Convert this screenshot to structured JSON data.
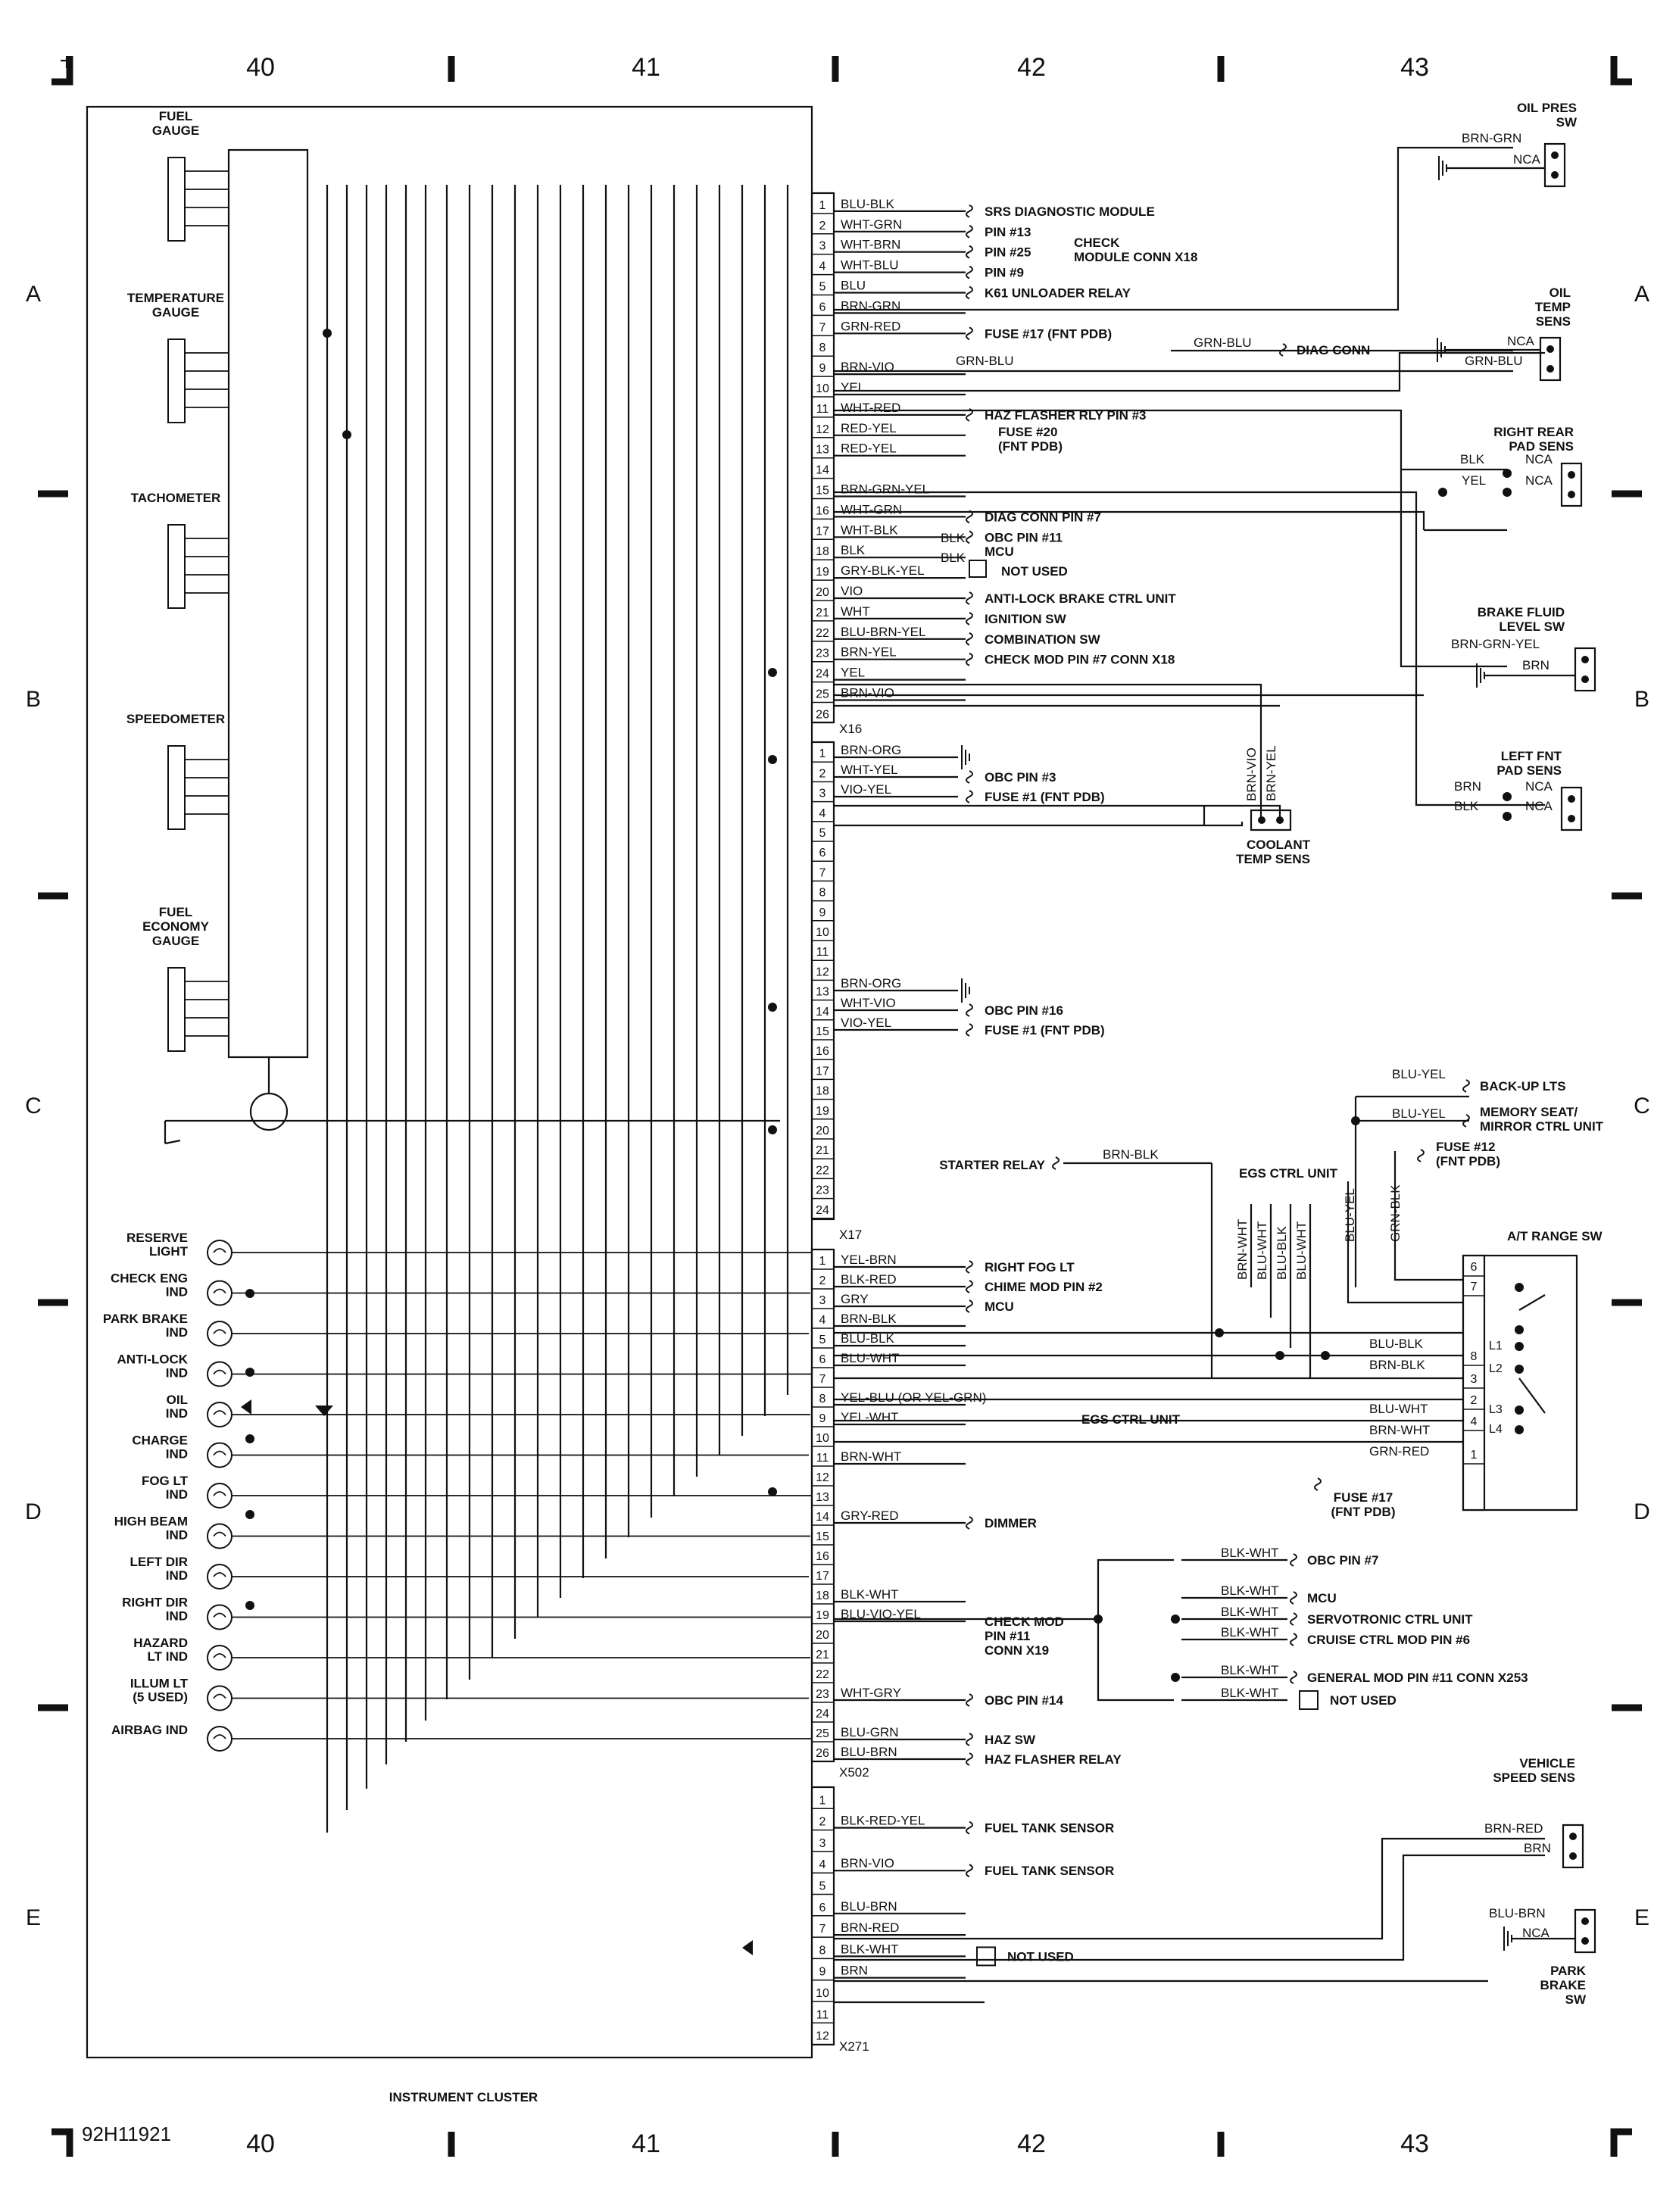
{
  "columns": [
    "40",
    "41",
    "42",
    "43"
  ],
  "rows": [
    "A",
    "B",
    "C",
    "D",
    "E"
  ],
  "drawing_number": "92H11921",
  "cluster": {
    "title": "INSTRUMENT CLUSTER",
    "gauges": [
      [
        "FUEL",
        "GAUGE"
      ],
      [
        "TEMPERATURE",
        "GAUGE"
      ],
      [
        "TACHOMETER"
      ],
      [
        "SPEEDOMETER"
      ],
      [
        "FUEL",
        "ECONOMY",
        "GAUGE"
      ]
    ],
    "indicators": [
      [
        "RESERVE",
        "LIGHT"
      ],
      [
        "CHECK ENG",
        "IND"
      ],
      [
        "PARK BRAKE",
        "IND"
      ],
      [
        "ANTI-LOCK",
        "IND"
      ],
      [
        "OIL",
        "IND"
      ],
      [
        "CHARGE",
        "IND"
      ],
      [
        "FOG LT",
        "IND"
      ],
      [
        "HIGH BEAM",
        "IND"
      ],
      [
        "LEFT DIR",
        "IND"
      ],
      [
        "RIGHT DIR",
        "IND"
      ],
      [
        "HAZARD",
        "LT IND"
      ],
      [
        "ILLUM LT",
        "(5 USED)"
      ],
      [
        "AIRBAG IND"
      ]
    ]
  },
  "connectors": {
    "X16": {
      "name": "X16",
      "wires": [
        {
          "pin": "1",
          "color": "BLU-BLK",
          "dest": "SRS DIAGNOSTIC MODULE"
        },
        {
          "pin": "2",
          "color": "WHT-GRN",
          "dest": "PIN #13"
        },
        {
          "pin": "3",
          "color": "WHT-BRN",
          "dest": "PIN #25"
        },
        {
          "pin": "4",
          "color": "WHT-BLU",
          "dest": "PIN #9"
        },
        {
          "pin": "5",
          "color": "BLU",
          "dest": "K61 UNLOADER RELAY"
        },
        {
          "pin": "6",
          "color": "BRN-GRN",
          "dest": ""
        },
        {
          "pin": "7",
          "color": "GRN-RED",
          "dest": "FUSE #17 (FNT PDB)"
        },
        {
          "pin": "8",
          "color": "",
          "dest": ""
        },
        {
          "pin": "9",
          "color": "BRN-VIO",
          "dest": ""
        },
        {
          "pin": "10",
          "color": "YEL",
          "dest": ""
        },
        {
          "pin": "11",
          "color": "WHT-RED",
          "dest": "HAZ FLASHER RLY PIN #3"
        },
        {
          "pin": "12",
          "color": "RED-YEL",
          "dest": ""
        },
        {
          "pin": "13",
          "color": "RED-YEL",
          "dest": ""
        },
        {
          "pin": "14",
          "color": "",
          "dest": ""
        },
        {
          "pin": "15",
          "color": "BRN-GRN-YEL",
          "dest": ""
        },
        {
          "pin": "16",
          "color": "WHT-GRN",
          "dest": "DIAG CONN PIN #7"
        },
        {
          "pin": "17",
          "color": "WHT-BLK",
          "dest": "OBC PIN #11"
        },
        {
          "pin": "18",
          "color": "BLK",
          "dest": ""
        },
        {
          "pin": "19",
          "color": "GRY-BLK-YEL",
          "dest": ""
        },
        {
          "pin": "20",
          "color": "VIO",
          "dest": "ANTI-LOCK BRAKE CTRL UNIT"
        },
        {
          "pin": "21",
          "color": "WHT",
          "dest": "IGNITION SW"
        },
        {
          "pin": "22",
          "color": "BLU-BRN-YEL",
          "dest": "COMBINATION SW"
        },
        {
          "pin": "23",
          "color": "BRN-YEL",
          "dest": "CHECK MOD PIN #7 CONN X18"
        },
        {
          "pin": "24",
          "color": "YEL",
          "dest": ""
        },
        {
          "pin": "25",
          "color": "BRN-VIO",
          "dest": ""
        },
        {
          "pin": "26",
          "color": "",
          "dest": ""
        }
      ],
      "check_module": [
        "CHECK",
        "MODULE CONN X18"
      ],
      "fuse20": [
        "FUSE #20",
        "(FNT PDB)"
      ],
      "mcu": "MCU",
      "not_used": "NOT USED",
      "blk1": "BLK",
      "blk2": "BLK",
      "grn_blu": "GRN-BLU"
    },
    "X17": {
      "name": "X17",
      "group1": [
        {
          "pin": "1",
          "color": "BRN-ORG",
          "dest": ""
        },
        {
          "pin": "2",
          "color": "WHT-YEL",
          "dest": "OBC PIN #3"
        },
        {
          "pin": "3",
          "color": "VIO-YEL",
          "dest": "FUSE #1 (FNT PDB)"
        }
      ],
      "group2": [
        {
          "pin": "13",
          "color": "BRN-ORG",
          "dest": ""
        },
        {
          "pin": "14",
          "color": "WHT-VIO",
          "dest": "OBC PIN #16"
        },
        {
          "pin": "15",
          "color": "VIO-YEL",
          "dest": "FUSE #1 (FNT PDB)"
        }
      ]
    },
    "X19": {
      "name": "X19",
      "wires": [
        {
          "pin": "1",
          "color": "YEL-BRN",
          "dest": "RIGHT FOG LT"
        },
        {
          "pin": "2",
          "color": "BLK-RED",
          "dest": "CHIME MOD PIN #2"
        },
        {
          "pin": "3",
          "color": "GRY",
          "dest": "MCU"
        },
        {
          "pin": "4",
          "color": "BRN-BLK",
          "dest": ""
        },
        {
          "pin": "5",
          "color": "BLU-BLK",
          "dest": ""
        },
        {
          "pin": "6",
          "color": "BLU-WHT",
          "dest": ""
        },
        {
          "pin": "8",
          "color": "YEL-BLU (OR YEL-GRN)",
          "dest": ""
        },
        {
          "pin": "9",
          "color": "YEL-WHT",
          "dest": ""
        },
        {
          "pin": "11",
          "color": "BRN-WHT",
          "dest": ""
        },
        {
          "pin": "14",
          "color": "GRY-RED",
          "dest": "DIMMER"
        },
        {
          "pin": "18",
          "color": "BLK-WHT",
          "dest": ""
        },
        {
          "pin": "19",
          "color": "BLU-VIO-YEL",
          "dest": ""
        },
        {
          "pin": "23",
          "color": "WHT-GRY",
          "dest": "OBC PIN #14"
        },
        {
          "pin": "25",
          "color": "BLU-GRN",
          "dest": "HAZ SW"
        },
        {
          "pin": "26",
          "color": "BLU-BRN",
          "dest": "HAZ FLASHER RELAY"
        }
      ],
      "egs": "EGS CTRL UNIT",
      "check_mod": [
        "CHECK MOD",
        "PIN #11",
        "CONN X19"
      ]
    },
    "X502": {
      "name": "X502"
    },
    "X271": {
      "name": "X271",
      "wires": [
        {
          "pin": "2",
          "color": "BLK-RED-YEL",
          "dest": "FUEL TANK SENSOR"
        },
        {
          "pin": "4",
          "color": "BRN-VIO",
          "dest": "FUEL TANK SENSOR"
        },
        {
          "pin": "6",
          "color": "BLU-BRN",
          "dest": ""
        },
        {
          "pin": "7",
          "color": "BRN-RED",
          "dest": ""
        },
        {
          "pin": "8",
          "color": "BLK-WHT",
          "dest": "NOT USED"
        },
        {
          "pin": "9",
          "color": "BRN",
          "dest": ""
        }
      ]
    }
  },
  "right_side": {
    "oil_pres": {
      "title": [
        "OIL PRES",
        "SW"
      ],
      "w1": "BRN-GRN",
      "w2": "NCA"
    },
    "oil_temp": {
      "title": [
        "OIL",
        "TEMP",
        "SENS"
      ],
      "w1": "NCA",
      "w2": "GRN-BLU"
    },
    "diag_conn": {
      "wire": "GRN-BLU",
      "label": "DIAG CONN"
    },
    "rr_pad": {
      "title": [
        "RIGHT REAR",
        "PAD SENS"
      ],
      "w1": "BLK",
      "w2": "YEL",
      "n1": "NCA",
      "n2": "NCA"
    },
    "brake_fluid": {
      "title": [
        "BRAKE FLUID",
        "LEVEL SW"
      ],
      "w1": "BRN-GRN-YEL",
      "w2": "BRN"
    },
    "lf_pad": {
      "title": [
        "LEFT FNT",
        "PAD SENS"
      ],
      "w1": "BRN",
      "w2": "BLK",
      "n1": "NCA",
      "n2": "NCA"
    },
    "coolant": {
      "title": [
        "COOLANT",
        "TEMP SENS"
      ],
      "w1": "BRN-VIO",
      "w2": "BRN-YEL"
    },
    "backup": {
      "wire": "BLU-YEL",
      "label": "BACK-UP LTS"
    },
    "memory": {
      "wire": "BLU-YEL",
      "label": [
        "MEMORY SEAT/",
        "MIRROR CTRL UNIT"
      ]
    },
    "fuse12": {
      "label": [
        "FUSE #12",
        "(FNT PDB)"
      ],
      "wire1": "BLU-YEL",
      "wire2": "GRN-BLK"
    },
    "starter": {
      "label": "STARTER RELAY",
      "wire": "BRN-BLK"
    },
    "egs": {
      "label": "EGS CTRL UNIT",
      "wires": [
        "BRN-WHT",
        "BLU-WHT",
        "BLU-BLK",
        "BLU-WHT"
      ]
    },
    "range_sw": {
      "title": "A/T RANGE SW",
      "pins": [
        "6",
        "7",
        "8",
        "3",
        "2",
        "4",
        "1"
      ],
      "wires": [
        "BLU-BLK",
        "BRN-BLK",
        "BLU-WHT",
        "BRN-WHT",
        "GRN-RED"
      ],
      "taps": [
        "L1",
        "L2",
        "L3",
        "L4"
      ]
    },
    "fuse17": [
      "FUSE #17",
      "(FNT PDB)"
    ],
    "obc7": {
      "wire": "BLK-WHT",
      "label": "OBC PIN #7"
    },
    "mcu": {
      "wire": "BLK-WHT",
      "label": "MCU"
    },
    "servo": {
      "wire": "BLK-WHT",
      "label": "SERVOTRONIC CTRL UNIT"
    },
    "cruise": {
      "wire": "BLK-WHT",
      "label": "CRUISE CTRL MOD PIN #6"
    },
    "genmod": {
      "wire": "BLK-WHT",
      "label": "GENERAL MOD PIN #11 CONN X253"
    },
    "notused": {
      "wire": "BLK-WHT",
      "label": "NOT USED"
    },
    "vss": {
      "title": [
        "VEHICLE",
        "SPEED SENS"
      ],
      "w1": "BRN-RED",
      "w2": "BRN"
    },
    "park_brake": {
      "title": [
        "PARK",
        "BRAKE",
        "SW"
      ],
      "w1": "BLU-BRN",
      "w2": "NCA"
    }
  }
}
